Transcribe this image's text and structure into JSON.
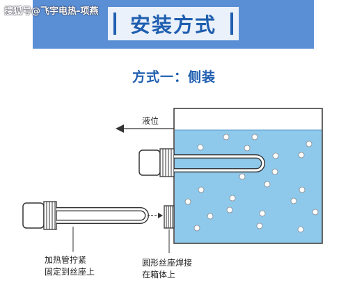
{
  "watermark": "搜狐号@飞宇电热-项燕",
  "banner": {
    "title": "安装方式",
    "bg_color": "#5a8fd6",
    "accent_color": "#1f5eb0"
  },
  "subtitle": "方式一：侧装",
  "diagram": {
    "level_label": "液位",
    "heater_label_line1": "加热管拧紧",
    "heater_label_line2": "固定到丝座上",
    "socket_label_line1": "圆形丝座焊接",
    "socket_label_line2": "在箱体上",
    "tank_fill_color": "#8ec9ec",
    "tank_border_color": "#333333"
  }
}
